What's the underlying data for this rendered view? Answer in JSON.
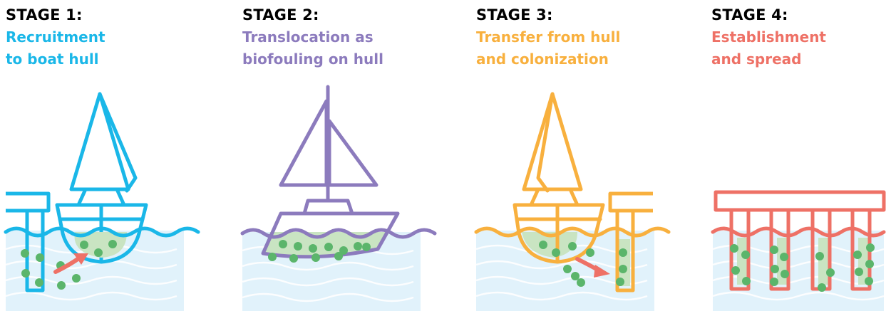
{
  "colors": {
    "stage1": "#1ab7e8",
    "stage2": "#8c7bbd",
    "stage3": "#f8b03e",
    "stage4": "#ee7166",
    "water": "#e1f2fb",
    "water_line": "#ffffff",
    "biofouling_fill": "#c9e4c2",
    "organism": "#5bb56b",
    "arrow": "#ee7166"
  },
  "stages": [
    {
      "heading": "STAGE 1:",
      "subtitle_lines": [
        "Recruitment",
        "to boat hull"
      ],
      "icons": [
        "dock-icon",
        "sailboat-icon",
        "waves-icon",
        "organism-icon",
        "arrow-icon"
      ]
    },
    {
      "heading": "STAGE 2:",
      "subtitle_lines": [
        "Translocation as",
        "biofouling on hull"
      ],
      "icons": [
        "sailboat-icon",
        "waves-icon",
        "organism-icon"
      ]
    },
    {
      "heading": "STAGE 3:",
      "subtitle_lines": [
        "Transfer from hull",
        "and colonization"
      ],
      "icons": [
        "sailboat-icon",
        "dock-icon",
        "waves-icon",
        "organism-icon",
        "arrow-icon"
      ]
    },
    {
      "heading": "STAGE 4:",
      "subtitle_lines": [
        "Establishment",
        "and spread"
      ],
      "icons": [
        "pier-icon",
        "waves-icon",
        "organism-icon"
      ]
    }
  ]
}
